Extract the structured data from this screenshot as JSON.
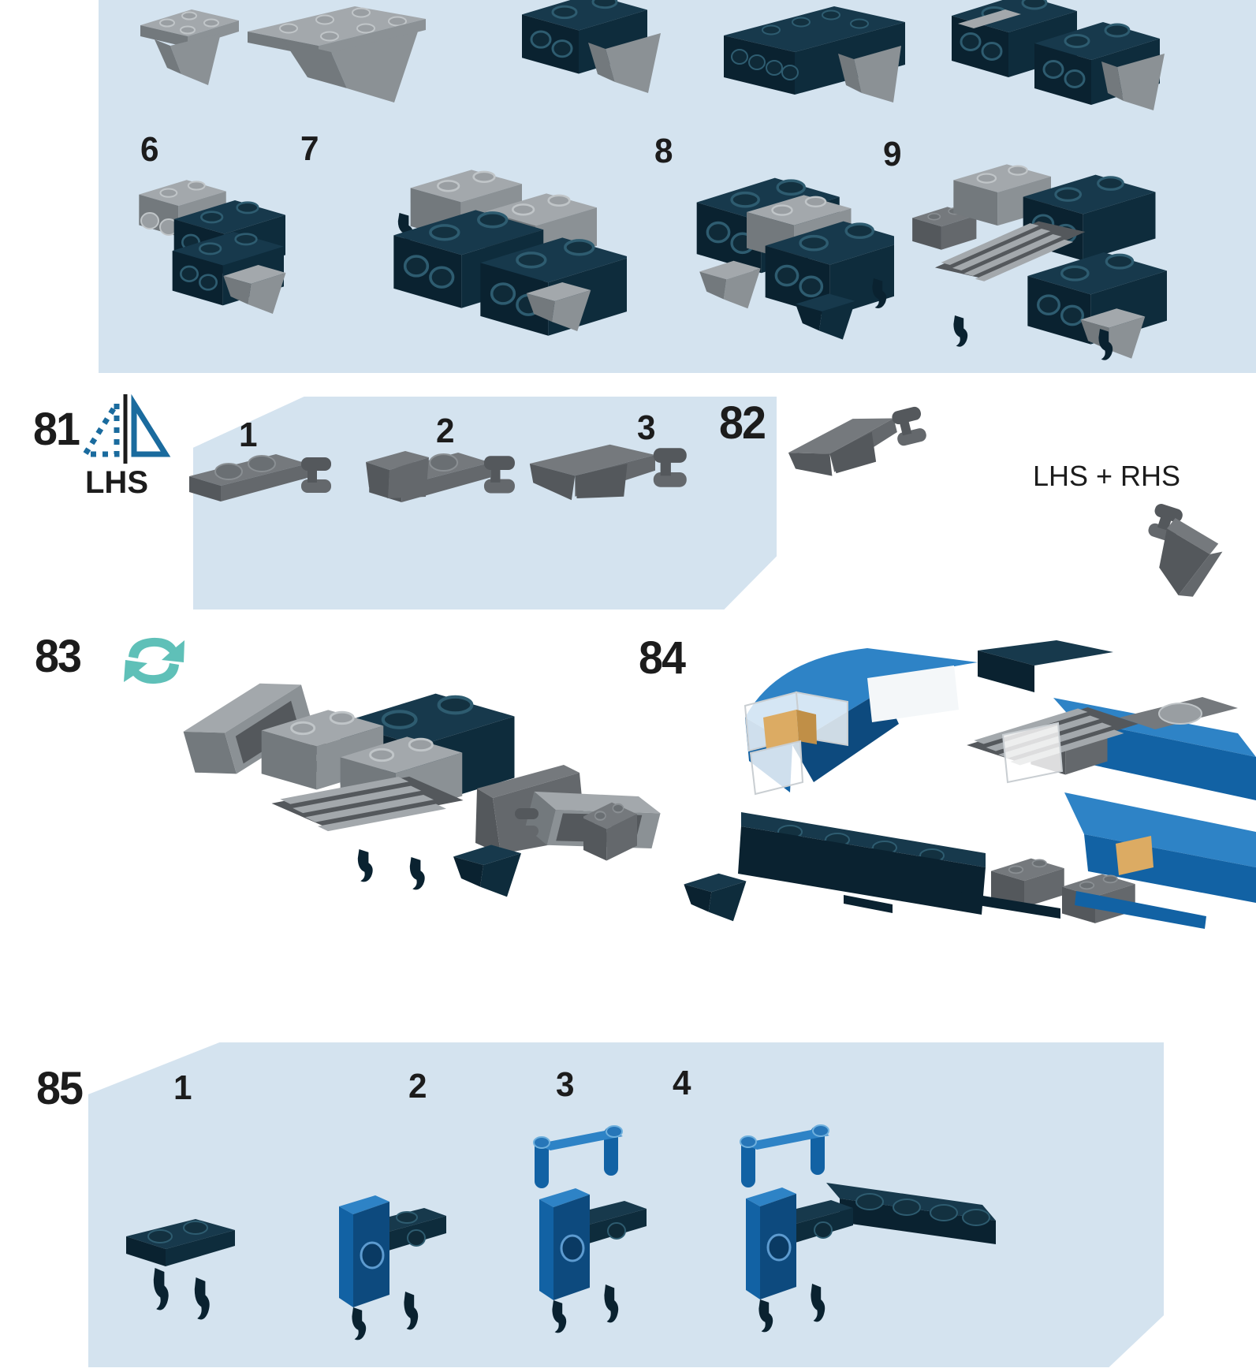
{
  "colors": {
    "panel_bg": "#d4e3ef",
    "text": "#1c1c1c",
    "icon_blue": "#1a6b9e",
    "icon_teal": "#5fc0b8",
    "lego_navy": "#0e2c3c",
    "lego_gray": "#8b9195",
    "lego_dark_gray": "#54585c",
    "lego_blue": "#1262a4",
    "lego_tan": "#dcab63"
  },
  "top_panel": {
    "substep_labels": [
      "6",
      "7",
      "8",
      "9"
    ]
  },
  "steps": {
    "s81": {
      "number": "81",
      "side_label": "LHS",
      "substep_labels": [
        "1",
        "2",
        "3"
      ]
    },
    "s82": {
      "number": "82",
      "note": "LHS + RHS"
    },
    "s83": {
      "number": "83"
    },
    "s84": {
      "number": "84"
    },
    "s85": {
      "number": "85",
      "substep_labels": [
        "1",
        "2",
        "3",
        "4"
      ]
    }
  }
}
